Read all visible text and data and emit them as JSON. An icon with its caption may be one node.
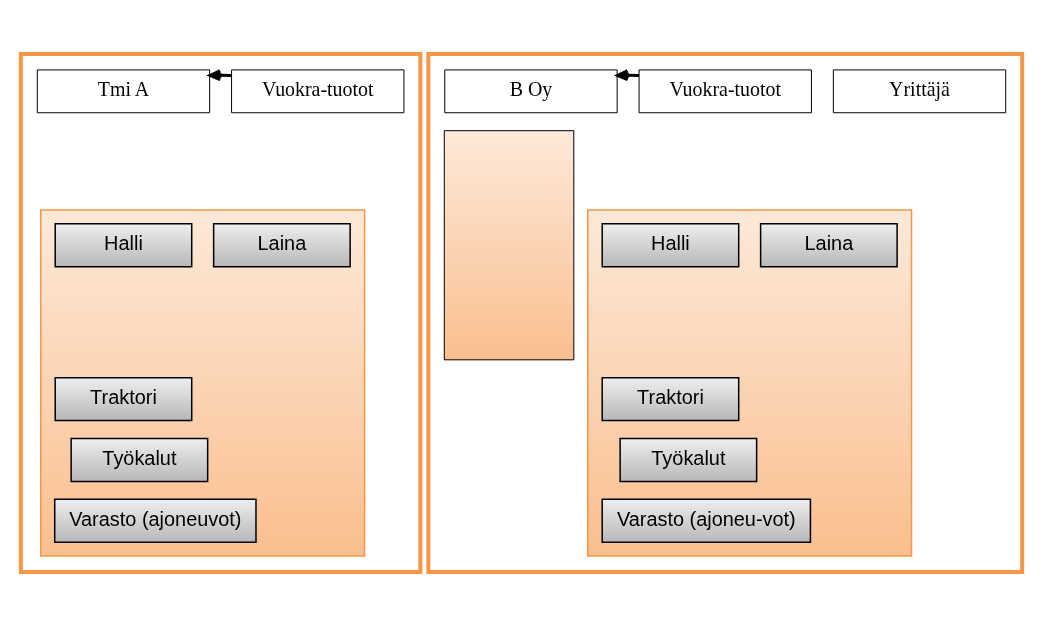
{
  "diagram": {
    "nodes": [
      {
        "text": [],
        "shape": "box"
      },
      {
        "text": [
          "Tmi A"
        ],
        "in": 0
      },
      {
        "text": [
          "Vuokra-tuotot"
        ],
        "in": 0
      },
      {
        "text": [],
        "shape": "box",
        "in": 0
      },
      {
        "text": [
          "Halli"
        ],
        "in": 3
      },
      {
        "text": [
          "Laina"
        ],
        "in": 3
      },
      {
        "text": [
          "Traktori"
        ],
        "in": 3
      },
      {
        "text": [
          "Työkalut"
        ],
        "in": 3
      },
      {
        "text": [
          "Varasto (ajoneuvot)"
        ],
        "in": 3
      },
      {
        "text": [],
        "shape": "box"
      },
      {
        "text": [
          "B Oy"
        ],
        "in": 9
      },
      {
        "text": [
          "Vuokra-tuotot"
        ],
        "in": 9
      },
      {
        "text": [
          "Yrittäjä"
        ],
        "in": 9
      },
      {
        "text": [],
        "shape": "box",
        "in": 9
      },
      {
        "text": [
          "Halli"
        ],
        "in": 13
      },
      {
        "text": [
          "Laina"
        ],
        "in": 13
      },
      {
        "text": [
          "Traktori"
        ],
        "in": 13
      },
      {
        "text": [
          "Työkalut"
        ],
        "in": 13
      },
      {
        "text": [
          "Varasto (ajoneu-vot)"
        ],
        "in": 13
      },
      {
        "text": [],
        "shape": "box",
        "in": 9
      }
    ],
    "edges": [
      {
        "from": 2,
        "to": 1,
        "arrow": "to"
      },
      {
        "from": 11,
        "to": 10,
        "arrow": "to"
      }
    ]
  }
}
